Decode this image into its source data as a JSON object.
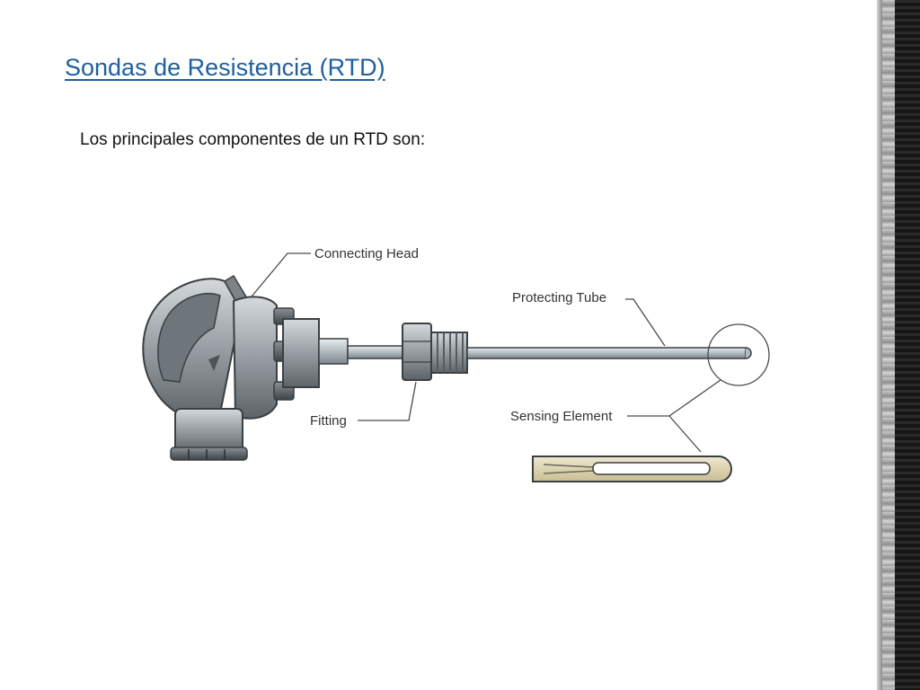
{
  "slide": {
    "title": "Sondas de Resistencia (RTD)",
    "subtitle": "Los principales componentes de un RTD son:"
  },
  "diagram": {
    "labels": {
      "connecting_head": "Connecting Head",
      "protecting_tube": "Protecting Tube",
      "fitting": "Fitting",
      "sensing_element": "Sensing Element"
    }
  },
  "colors": {
    "title": "#1f5f9e",
    "text": "#111111",
    "metal": "#9aa0a6",
    "tube": "#b9c3c6",
    "sheath": "#d8cfa8"
  }
}
